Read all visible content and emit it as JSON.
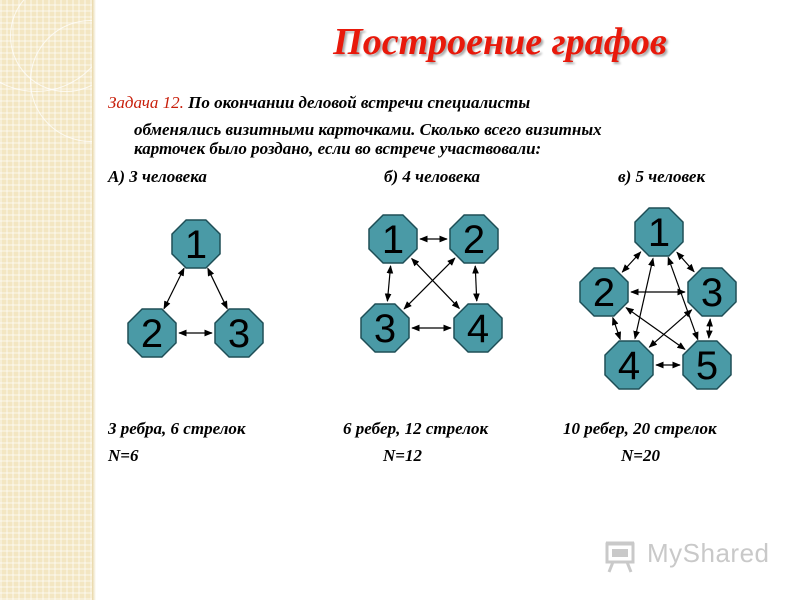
{
  "title": "Построение графов",
  "task": {
    "label": "Задача 12.",
    "line1": "По окончании деловой встречи специалисты",
    "line2": "обменялись визитными карточками. Сколько всего визитных",
    "line3": "карточек было роздано, если во встрече участвовали:"
  },
  "options": {
    "a": "А) 3 человека",
    "b": "б) 4 человека",
    "c": "в) 5 человек"
  },
  "graphs": [
    {
      "nodes": [
        {
          "label": "1"
        },
        {
          "label": "2"
        },
        {
          "label": "3"
        }
      ],
      "edges": [
        [
          0,
          1
        ],
        [
          0,
          2
        ],
        [
          1,
          2
        ]
      ]
    },
    {
      "nodes": [
        {
          "label": "1"
        },
        {
          "label": "2"
        },
        {
          "label": "3"
        },
        {
          "label": "4"
        }
      ],
      "edges": [
        [
          0,
          1
        ],
        [
          0,
          2
        ],
        [
          0,
          3
        ],
        [
          1,
          2
        ],
        [
          1,
          3
        ],
        [
          2,
          3
        ]
      ]
    },
    {
      "nodes": [
        {
          "label": "1"
        },
        {
          "label": "2"
        },
        {
          "label": "3"
        },
        {
          "label": "4"
        },
        {
          "label": "5"
        }
      ],
      "edges": [
        [
          0,
          1
        ],
        [
          0,
          2
        ],
        [
          0,
          3
        ],
        [
          0,
          4
        ],
        [
          1,
          2
        ],
        [
          1,
          3
        ],
        [
          1,
          4
        ],
        [
          2,
          3
        ],
        [
          2,
          4
        ],
        [
          3,
          4
        ]
      ]
    }
  ],
  "results": {
    "a_summary": "3 ребра, 6 стрелок",
    "b_summary": "6 ребер, 12 стрелок",
    "c_summary": "10 ребер, 20 стрелок",
    "a_n": "N=6",
    "b_n": "N=12",
    "c_n": "N=20"
  },
  "colors": {
    "title": "#e8190b",
    "task_label": "#c81e0a",
    "node_fill": "#4a9aa6",
    "node_stroke": "#1f4f57"
  },
  "logo": {
    "text": "MyShared",
    "icon": "presentation-board-icon"
  }
}
